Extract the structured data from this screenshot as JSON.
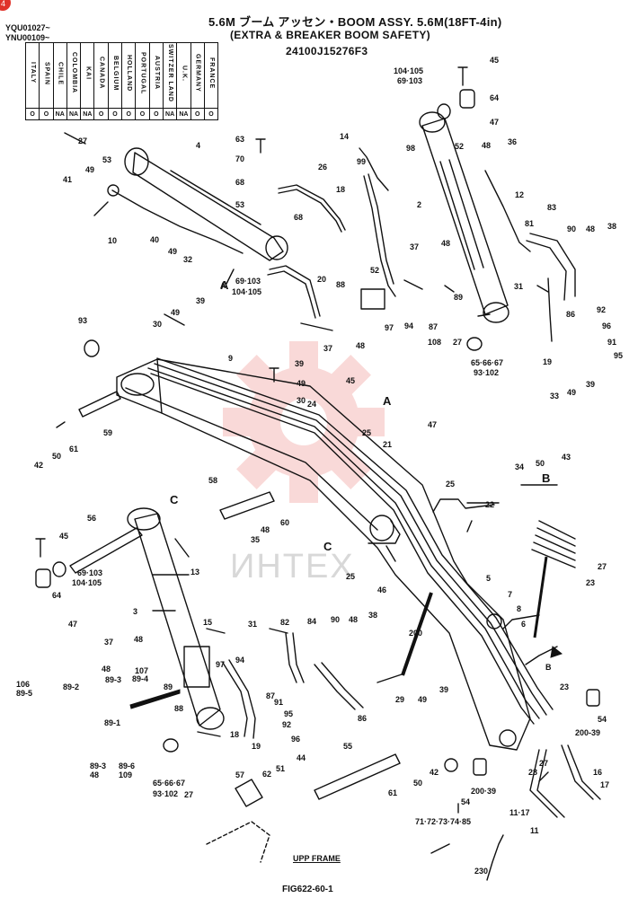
{
  "header": {
    "title": "5.6M ブーム アッセン・BOOM ASSY. 5.6M(18FT-4in)",
    "subtitle": "(EXTRA & BREAKER BOOM SAFETY)",
    "part_no": "24100J15276F3",
    "serials": [
      "YQU01027~",
      "YNU00109~"
    ],
    "marker": "4"
  },
  "countries": {
    "names": [
      "ITALY",
      "SPAIN",
      "CHILE",
      "COLOMBIA",
      "KAI",
      "CANADA",
      "BELGIUM",
      "HOLLAND",
      "PORTUGAL",
      "AUSTRIA",
      "SWITZER LAND",
      "U.K.",
      "GERMANY",
      "FRANCE"
    ],
    "values": [
      "O",
      "O",
      "NA",
      "NA",
      "NA",
      "O",
      "O",
      "O",
      "O",
      "O",
      "NA",
      "NA",
      "O",
      "O"
    ]
  },
  "callouts": {
    "view_a": "A",
    "view_b": "B",
    "view_c": "C",
    "view_a2": "A",
    "view_b2": "B",
    "view_c2": "C",
    "upp_frame": "UPP FRAME",
    "figure": "FIG622-60-1",
    "watermark": "ИНТЕХ"
  },
  "part_labels": [
    {
      "id": "p45a",
      "t": "45"
    },
    {
      "id": "p104a",
      "t": "104·105"
    },
    {
      "id": "p69a",
      "t": "69·103"
    },
    {
      "id": "p64a",
      "t": "64"
    },
    {
      "id": "p47a",
      "t": "47"
    },
    {
      "id": "p27a",
      "t": "27"
    },
    {
      "id": "p4",
      "t": "4"
    },
    {
      "id": "p53a",
      "t": "53"
    },
    {
      "id": "p49a",
      "t": "49"
    },
    {
      "id": "p41",
      "t": "41"
    },
    {
      "id": "p10",
      "t": "10"
    },
    {
      "id": "p40",
      "t": "40"
    },
    {
      "id": "p49b",
      "t": "49"
    },
    {
      "id": "p32",
      "t": "32"
    },
    {
      "id": "p63",
      "t": "63"
    },
    {
      "id": "p70",
      "t": "70"
    },
    {
      "id": "p68a",
      "t": "68"
    },
    {
      "id": "p26",
      "t": "26"
    },
    {
      "id": "p53b",
      "t": "53"
    },
    {
      "id": "p68b",
      "t": "68"
    },
    {
      "id": "p20",
      "t": "20"
    },
    {
      "id": "pA1",
      "t": "A"
    },
    {
      "id": "p69b",
      "t": "69·103"
    },
    {
      "id": "p104b",
      "t": "104·105"
    },
    {
      "id": "p14",
      "t": "14"
    },
    {
      "id": "p99",
      "t": "99"
    },
    {
      "id": "p98",
      "t": "98"
    },
    {
      "id": "p18a",
      "t": "18"
    },
    {
      "id": "p2",
      "t": "2"
    },
    {
      "id": "p52a",
      "t": "52"
    },
    {
      "id": "p48a",
      "t": "48"
    },
    {
      "id": "p36",
      "t": "36"
    },
    {
      "id": "p12",
      "t": "12"
    },
    {
      "id": "p83",
      "t": "83"
    },
    {
      "id": "p81",
      "t": "81"
    },
    {
      "id": "p90a",
      "t": "90"
    },
    {
      "id": "p48b",
      "t": "48"
    },
    {
      "id": "p38a",
      "t": "38"
    },
    {
      "id": "p37a",
      "t": "37"
    },
    {
      "id": "p48c",
      "t": "48"
    },
    {
      "id": "p52b",
      "t": "52"
    },
    {
      "id": "p88a",
      "t": "88"
    },
    {
      "id": "p31a",
      "t": "31"
    },
    {
      "id": "p89a",
      "t": "89"
    },
    {
      "id": "p86a",
      "t": "86"
    },
    {
      "id": "p92a",
      "t": "92"
    },
    {
      "id": "p96a",
      "t": "96"
    },
    {
      "id": "p91a",
      "t": "91"
    },
    {
      "id": "p95a",
      "t": "95"
    },
    {
      "id": "p19a",
      "t": "19"
    },
    {
      "id": "p39a",
      "t": "39"
    },
    {
      "id": "p49c",
      "t": "49"
    },
    {
      "id": "p30a",
      "t": "30"
    },
    {
      "id": "p93",
      "t": "93"
    },
    {
      "id": "p9",
      "t": "9"
    },
    {
      "id": "p97a",
      "t": "97"
    },
    {
      "id": "p94a",
      "t": "94"
    },
    {
      "id": "p87a",
      "t": "87"
    },
    {
      "id": "p108",
      "t": "108"
    },
    {
      "id": "p27b",
      "t": "27"
    },
    {
      "id": "p37b",
      "t": "37"
    },
    {
      "id": "p48d",
      "t": "48"
    },
    {
      "id": "p65a",
      "t": "65·66·67"
    },
    {
      "id": "p93b",
      "t": "93·102"
    },
    {
      "id": "p39b",
      "t": "39"
    },
    {
      "id": "p49d",
      "t": "49"
    },
    {
      "id": "p30b",
      "t": "30"
    },
    {
      "id": "p45b",
      "t": "45"
    },
    {
      "id": "p24",
      "t": "24"
    },
    {
      "id": "p25a",
      "t": "25"
    },
    {
      "id": "p21",
      "t": "21"
    },
    {
      "id": "p47b",
      "t": "47"
    },
    {
      "id": "p33",
      "t": "33"
    },
    {
      "id": "p49e",
      "t": "49"
    },
    {
      "id": "p39c",
      "t": "39"
    },
    {
      "id": "p34",
      "t": "34"
    },
    {
      "id": "p50a",
      "t": "50"
    },
    {
      "id": "p43",
      "t": "43"
    },
    {
      "id": "p42a",
      "t": "42"
    },
    {
      "id": "p50b",
      "t": "50"
    },
    {
      "id": "p61a",
      "t": "61"
    },
    {
      "id": "p59",
      "t": "59"
    },
    {
      "id": "p58",
      "t": "58"
    },
    {
      "id": "p25b",
      "t": "25"
    },
    {
      "id": "p22",
      "t": "22"
    },
    {
      "id": "p56",
      "t": "56"
    },
    {
      "id": "p45c",
      "t": "45"
    },
    {
      "id": "p48e",
      "t": "48"
    },
    {
      "id": "p60",
      "t": "60"
    },
    {
      "id": "p35",
      "t": "35"
    },
    {
      "id": "p25c",
      "t": "25"
    },
    {
      "id": "p46",
      "t": "46"
    },
    {
      "id": "p27c",
      "t": "27"
    },
    {
      "id": "p23a",
      "t": "23"
    },
    {
      "id": "p64b",
      "t": "64"
    },
    {
      "id": "p69c",
      "t": "69·103"
    },
    {
      "id": "p104c",
      "t": "104·105"
    },
    {
      "id": "p47c",
      "t": "47"
    },
    {
      "id": "p13",
      "t": "13"
    },
    {
      "id": "p3",
      "t": "3"
    },
    {
      "id": "p15",
      "t": "15"
    },
    {
      "id": "p31b",
      "t": "31"
    },
    {
      "id": "p82",
      "t": "82"
    },
    {
      "id": "p84",
      "t": "84"
    },
    {
      "id": "p90b",
      "t": "90"
    },
    {
      "id": "p48f",
      "t": "48"
    },
    {
      "id": "p38b",
      "t": "38"
    },
    {
      "id": "p5",
      "t": "5"
    },
    {
      "id": "p7",
      "t": "7"
    },
    {
      "id": "p8",
      "t": "8"
    },
    {
      "id": "p6",
      "t": "6"
    },
    {
      "id": "p200a",
      "t": "200"
    },
    {
      "id": "p37c",
      "t": "37"
    },
    {
      "id": "p48g",
      "t": "48"
    },
    {
      "id": "p48h",
      "t": "48"
    },
    {
      "id": "p89_3a",
      "t": "89-3"
    },
    {
      "id": "p107",
      "t": "107"
    },
    {
      "id": "p89_4",
      "t": "89-4"
    },
    {
      "id": "p97b",
      "t": "97"
    },
    {
      "id": "p94b",
      "t": "94"
    },
    {
      "id": "p87b",
      "t": "87"
    },
    {
      "id": "p91b",
      "t": "91"
    },
    {
      "id": "p95b",
      "t": "95"
    },
    {
      "id": "p92b",
      "t": "92"
    },
    {
      "id": "p96b",
      "t": "96"
    },
    {
      "id": "p86b",
      "t": "86"
    },
    {
      "id": "p29",
      "t": "29"
    },
    {
      "id": "p49f",
      "t": "49"
    },
    {
      "id": "p39d",
      "t": "39"
    },
    {
      "id": "p23b",
      "t": "23"
    },
    {
      "id": "pB2",
      "t": "B"
    },
    {
      "id": "p54a",
      "t": "54"
    },
    {
      "id": "p200_39a",
      "t": "200-39"
    },
    {
      "id": "p106",
      "t": "106"
    },
    {
      "id": "p89_5",
      "t": "89-5"
    },
    {
      "id": "p89_2",
      "t": "89-2"
    },
    {
      "id": "p89b",
      "t": "89"
    },
    {
      "id": "p88b",
      "t": "88"
    },
    {
      "id": "p89_1",
      "t": "89-1"
    },
    {
      "id": "p18b",
      "t": "18"
    },
    {
      "id": "p19b",
      "t": "19"
    },
    {
      "id": "p89_3b",
      "t": "89-3"
    },
    {
      "id": "p48i",
      "t": "48"
    },
    {
      "id": "p89_6",
      "t": "89-6"
    },
    {
      "id": "p109",
      "t": "109"
    },
    {
      "id": "p65b",
      "t": "65·66·67"
    },
    {
      "id": "p93c",
      "t": "93·102"
    },
    {
      "id": "p27d",
      "t": "27"
    },
    {
      "id": "p57",
      "t": "57"
    },
    {
      "id": "p62",
      "t": "62"
    },
    {
      "id": "p51",
      "t": "51"
    },
    {
      "id": "p44",
      "t": "44"
    },
    {
      "id": "p55",
      "t": "55"
    },
    {
      "id": "p61b",
      "t": "61"
    },
    {
      "id": "p50c",
      "t": "50"
    },
    {
      "id": "p42b",
      "t": "42"
    },
    {
      "id": "p54b",
      "t": "54"
    },
    {
      "id": "p200_39b",
      "t": "200·39"
    },
    {
      "id": "p28",
      "t": "28"
    },
    {
      "id": "p27e",
      "t": "27"
    },
    {
      "id": "p16",
      "t": "16"
    },
    {
      "id": "p17",
      "t": "17"
    },
    {
      "id": "p11_17",
      "t": "11·17"
    },
    {
      "id": "p11",
      "t": "11"
    },
    {
      "id": "p71",
      "t": "71·72·73·74·85"
    },
    {
      "id": "p230",
      "t": "230"
    }
  ]
}
